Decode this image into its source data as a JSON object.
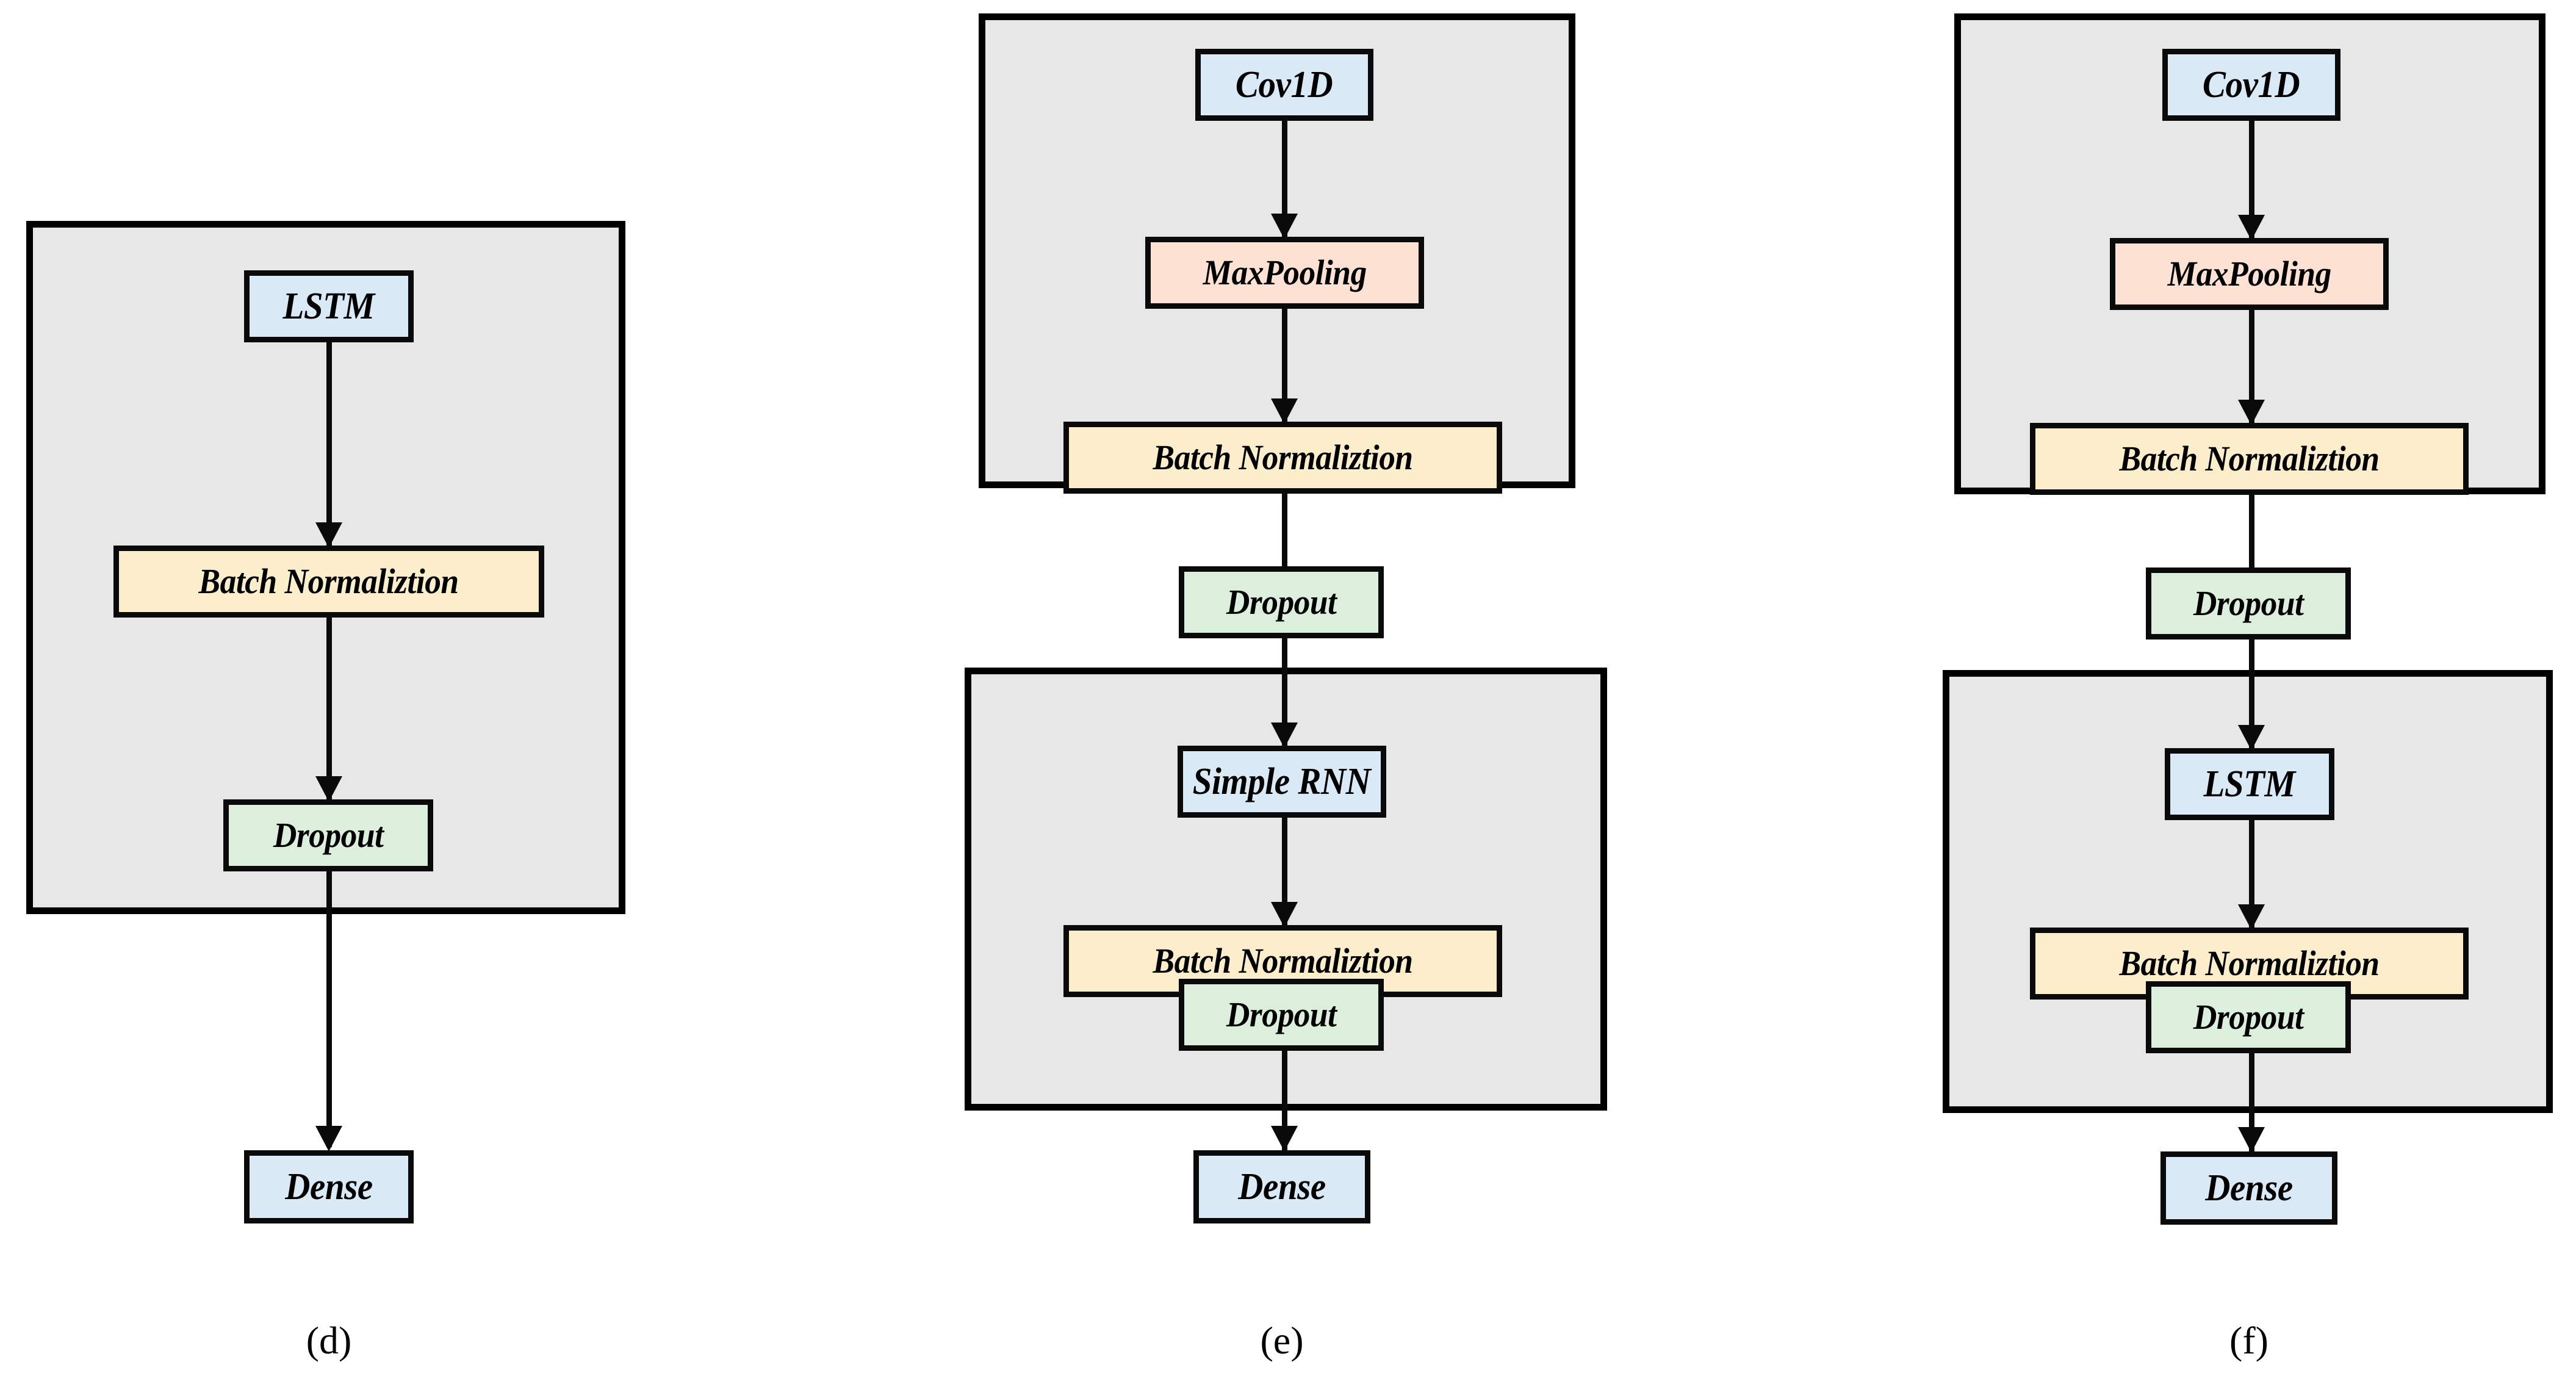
{
  "figure": {
    "type": "diagram",
    "subtype": "neural-network-architecture-flowchart",
    "panel_count": 3,
    "palette": {
      "group_fill": "#e7e7e7",
      "stroke": "#000000",
      "recurrent_conv_fill": "#d9e9f6",
      "pooling_fill": "#fde2d4",
      "batchnorm_fill": "#fcedcb",
      "dropout_fill": "#dcefdc"
    }
  },
  "panels": [
    {
      "caption": "(d)",
      "id": "panel-d",
      "groups": [
        {
          "nodes": [
            {
              "label": "LSTM",
              "type": "recurrent"
            },
            {
              "label": "Batch Normaliztion",
              "type": "batchnorm"
            },
            {
              "label": "Dropout",
              "type": "dropout"
            }
          ]
        }
      ],
      "outside_nodes": [
        {
          "label": "Dense",
          "type": "dense"
        }
      ],
      "sequence": [
        "LSTM",
        "Batch Normaliztion",
        "Dropout",
        "Dense"
      ]
    },
    {
      "caption": "(e)",
      "id": "panel-e",
      "groups": [
        {
          "nodes": [
            {
              "label": "Cov1D",
              "type": "conv"
            },
            {
              "label": "MaxPooling",
              "type": "pooling"
            },
            {
              "label": "Batch Normaliztion",
              "type": "batchnorm"
            }
          ]
        },
        {
          "nodes": [
            {
              "label": "Simple RNN",
              "type": "recurrent"
            },
            {
              "label": "Batch Normaliztion",
              "type": "batchnorm"
            },
            {
              "label": "Dropout",
              "type": "dropout"
            }
          ]
        }
      ],
      "outside_nodes": [
        {
          "label": "Dropout",
          "type": "dropout"
        },
        {
          "label": "Dense",
          "type": "dense"
        }
      ],
      "sequence": [
        "Cov1D",
        "MaxPooling",
        "Batch Normaliztion",
        "Dropout",
        "Simple RNN",
        "Batch Normaliztion",
        "Dropout",
        "Dense"
      ]
    },
    {
      "caption": "(f)",
      "id": "panel-f",
      "groups": [
        {
          "nodes": [
            {
              "label": "Cov1D",
              "type": "conv"
            },
            {
              "label": "MaxPooling",
              "type": "pooling"
            },
            {
              "label": "Batch Normaliztion",
              "type": "batchnorm"
            }
          ]
        },
        {
          "nodes": [
            {
              "label": "LSTM",
              "type": "recurrent"
            },
            {
              "label": "Batch Normaliztion",
              "type": "batchnorm"
            },
            {
              "label": "Dropout",
              "type": "dropout"
            }
          ]
        }
      ],
      "outside_nodes": [
        {
          "label": "Dropout",
          "type": "dropout"
        },
        {
          "label": "Dense",
          "type": "dense"
        }
      ],
      "sequence": [
        "Cov1D",
        "MaxPooling",
        "Batch Normaliztion",
        "Dropout",
        "LSTM",
        "Batch Normaliztion",
        "Dropout",
        "Dense"
      ]
    }
  ]
}
